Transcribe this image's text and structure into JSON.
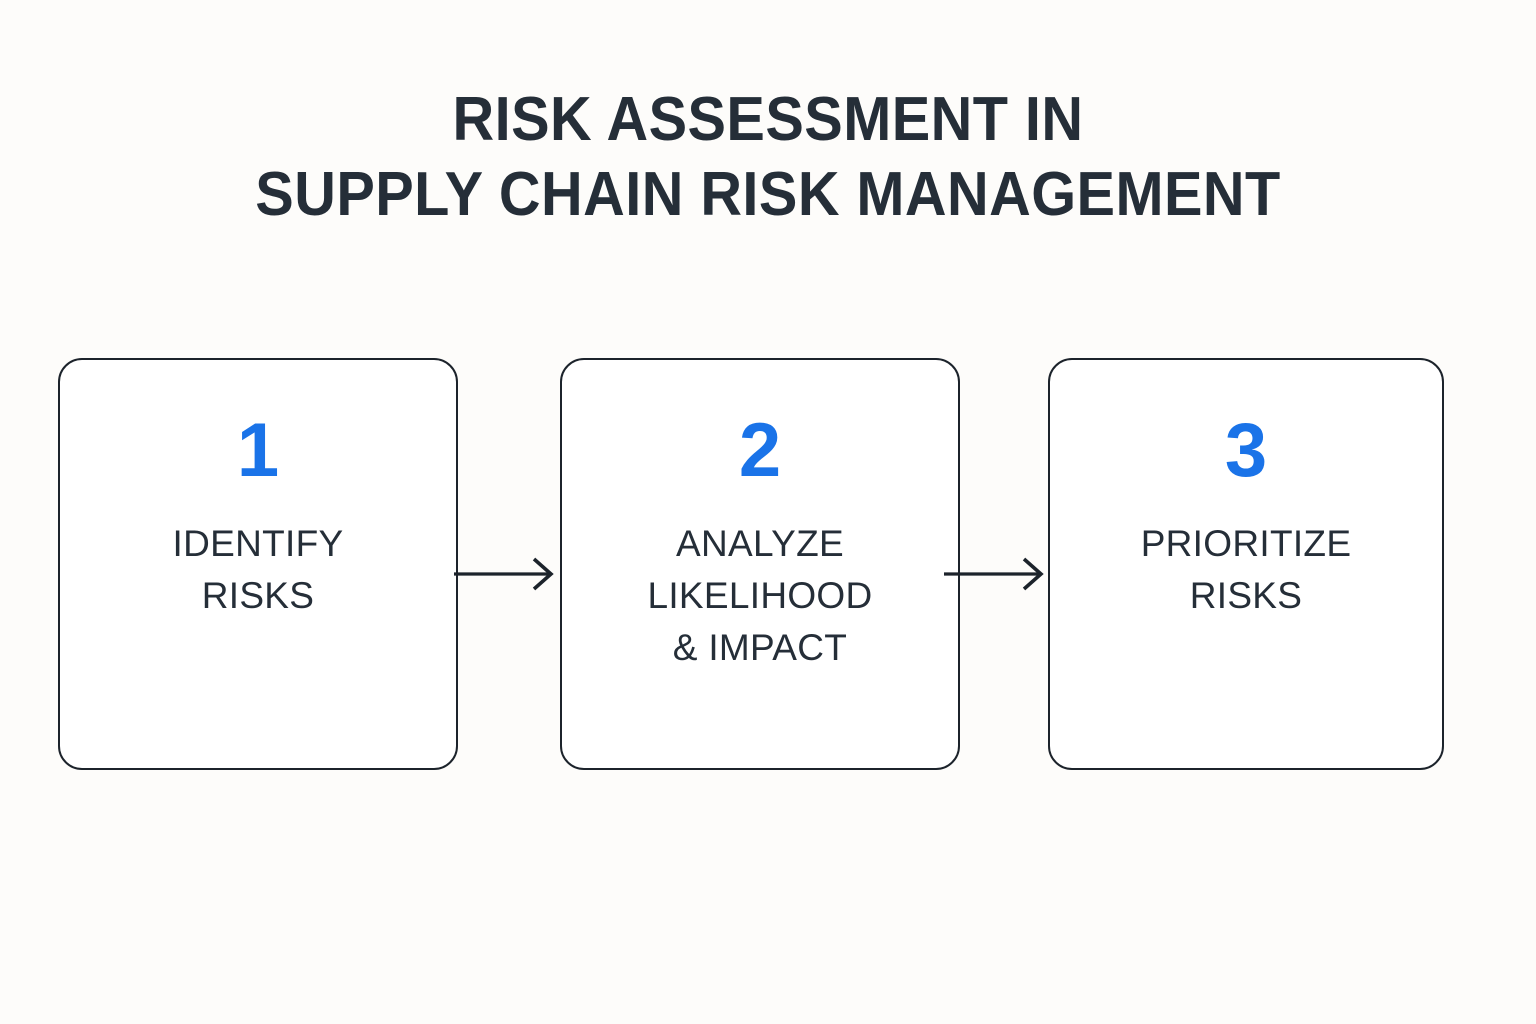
{
  "background_color": "#fdfcfa",
  "title": {
    "line1": "RISK ASSESSMENT IN",
    "line2": "SUPPLY CHAIN RISK MANAGEMENT",
    "color": "#252e38"
  },
  "diagram": {
    "type": "process-flow",
    "orientation": "horizontal",
    "accent_color": "#1a73e8",
    "text_color": "#252e38",
    "box_border_color": "#1c232b",
    "box_fill_color": "#ffffff",
    "steps": [
      {
        "number": "1",
        "label": "IDENTIFY\nRISKS"
      },
      {
        "number": "2",
        "label": "ANALYZE\nLIKELIHOOD\n& IMPACT"
      },
      {
        "number": "3",
        "label": "PRIORITIZE\nRISKS"
      }
    ],
    "connectors": [
      {
        "from": "1",
        "to": "2",
        "icon": "arrow-right-icon"
      },
      {
        "from": "2",
        "to": "3",
        "icon": "arrow-right-icon"
      }
    ]
  }
}
